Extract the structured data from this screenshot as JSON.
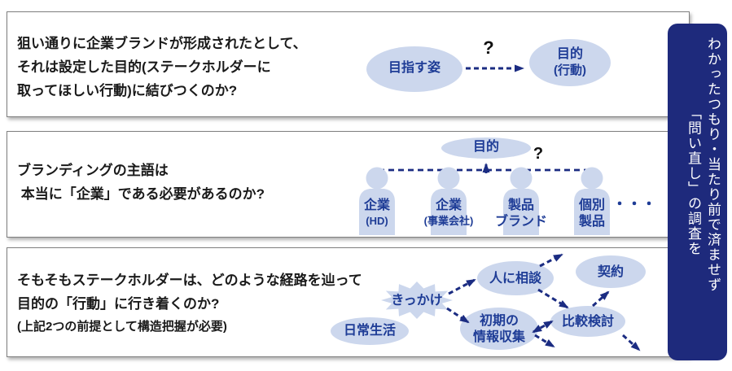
{
  "panel1": {
    "question": [
      "狙い通りに企業ブランドが形成されたとして、",
      "それは設定した目的(ステークホルダーに",
      "取ってほしい行動)に結びつくのか?"
    ],
    "diagram": {
      "from": "目指す姿",
      "uncertainty": "?",
      "to_line1": "目的",
      "to_line2": "(行動)"
    }
  },
  "panel2": {
    "question": [
      "ブランディングの主語は",
      " 本当に「企業」である必要があるのか?"
    ],
    "diagram": {
      "goal": "目的",
      "uncertainty": "?",
      "ellipsis": "・・・",
      "subjects": [
        {
          "line1": "企業",
          "line2": "(HD)"
        },
        {
          "line1": "企業",
          "line2": "(事業会社)"
        },
        {
          "line1": "製品",
          "line2": "ブランド"
        },
        {
          "line1": "個別",
          "line2": "製品"
        }
      ]
    }
  },
  "panel3": {
    "question": [
      "そもそもステークホルダーは、どのような経路を辿って",
      "目的の「行動」に行き着くのか?",
      "(上記2つの前提として構造把握が必要)"
    ],
    "diagram": {
      "daily": "日常生活",
      "trigger": "きっかけ",
      "consult": "人に相談",
      "research_line1": "初期の",
      "research_line2": "情報収集",
      "compare": "比較検討",
      "contract": "契約"
    }
  },
  "banner": {
    "line1": "わかったつもり・当たり前で済ませず",
    "line2": "「問い直し」の調査を"
  },
  "colors": {
    "node_fill": "#ccd7ed",
    "node_text": "#1e3c96",
    "arrow": "#1b2c82",
    "banner_bg": "#1e2a7c",
    "panel_border": "#7f7f7f",
    "question_mark": "#111111"
  }
}
